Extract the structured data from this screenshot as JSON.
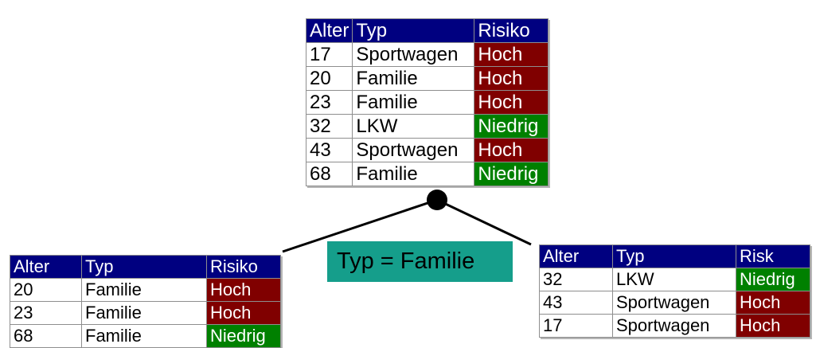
{
  "root_table": {
    "headers": [
      "Alter",
      "Typ",
      "Risiko"
    ],
    "rows": [
      [
        "17",
        "Sportwagen",
        "Hoch"
      ],
      [
        "20",
        "Familie",
        "Hoch"
      ],
      [
        "23",
        "Familie",
        "Hoch"
      ],
      [
        "32",
        "LKW",
        "Niedrig"
      ],
      [
        "43",
        "Sportwagen",
        "Hoch"
      ],
      [
        "68",
        "Familie",
        "Niedrig"
      ]
    ]
  },
  "left_table": {
    "headers": [
      "Alter",
      "Typ",
      "Risiko"
    ],
    "rows": [
      [
        "20",
        "Familie",
        "Hoch"
      ],
      [
        "23",
        "Familie",
        "Hoch"
      ],
      [
        "68",
        "Familie",
        "Niedrig"
      ]
    ]
  },
  "right_table": {
    "headers": [
      "Alter",
      "Typ",
      "Risk"
    ],
    "rows": [
      [
        "32",
        "LKW",
        "Niedrig"
      ],
      [
        "43",
        "Sportwagen",
        "Hoch"
      ],
      [
        "17",
        "Sportwagen",
        "Hoch"
      ]
    ]
  },
  "split": {
    "label": "Typ = Familie"
  },
  "colors": {
    "header_bg": "#000080",
    "hoch": "#800000",
    "niedrig": "#008000",
    "split_box": "#159e8b"
  }
}
